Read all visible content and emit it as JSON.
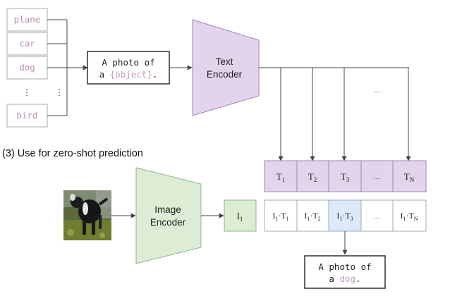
{
  "classes": [
    "plane",
    "car",
    "dog",
    "bird"
  ],
  "class_ellipsis": "⋮",
  "template": {
    "line1": "A photo of",
    "line2_prefix": "a ",
    "line2_object": "{object}",
    "line2_suffix": "."
  },
  "text_encoder": {
    "line1": "Text",
    "line2": "Encoder"
  },
  "image_encoder": {
    "line1": "Image",
    "line2": "Encoder"
  },
  "fanout_ellipsis": "...",
  "section_title": "(3) Use for zero-shot prediction",
  "image_feature": {
    "main": "I",
    "sub": "1"
  },
  "text_features": [
    {
      "main": "T",
      "sub": "1"
    },
    {
      "main": "T",
      "sub": "2"
    },
    {
      "main": "T",
      "sub": "3"
    },
    {
      "main": "...",
      "sub": ""
    },
    {
      "main": "T",
      "sub": "N"
    }
  ],
  "products": [
    {
      "a": "I",
      "asub": "1",
      "dot": "·",
      "b": "T",
      "bsub": "1"
    },
    {
      "a": "I",
      "asub": "1",
      "dot": "·",
      "b": "T",
      "bsub": "2"
    },
    {
      "a": "I",
      "asub": "1",
      "dot": "·",
      "b": "T",
      "bsub": "3"
    },
    {
      "a": "...",
      "asub": "",
      "dot": "",
      "b": "",
      "bsub": ""
    },
    {
      "a": "I",
      "asub": "1",
      "dot": "·",
      "b": "T",
      "bsub": "N"
    }
  ],
  "result": {
    "line1": "A photo of",
    "line2_prefix": "a ",
    "line2_object": "dog",
    "line2_suffix": "."
  },
  "colors": {
    "purple_fill": "#e3d4ec",
    "purple_stroke": "#9f84b8",
    "green_fill": "#dcecd5",
    "green_stroke": "#8fb486",
    "blue_fill": "#dde9f8",
    "blue_stroke": "#8ea9d4",
    "class_text": "#b98fb0",
    "object_text": "#c39bc0",
    "line": "#444444"
  }
}
